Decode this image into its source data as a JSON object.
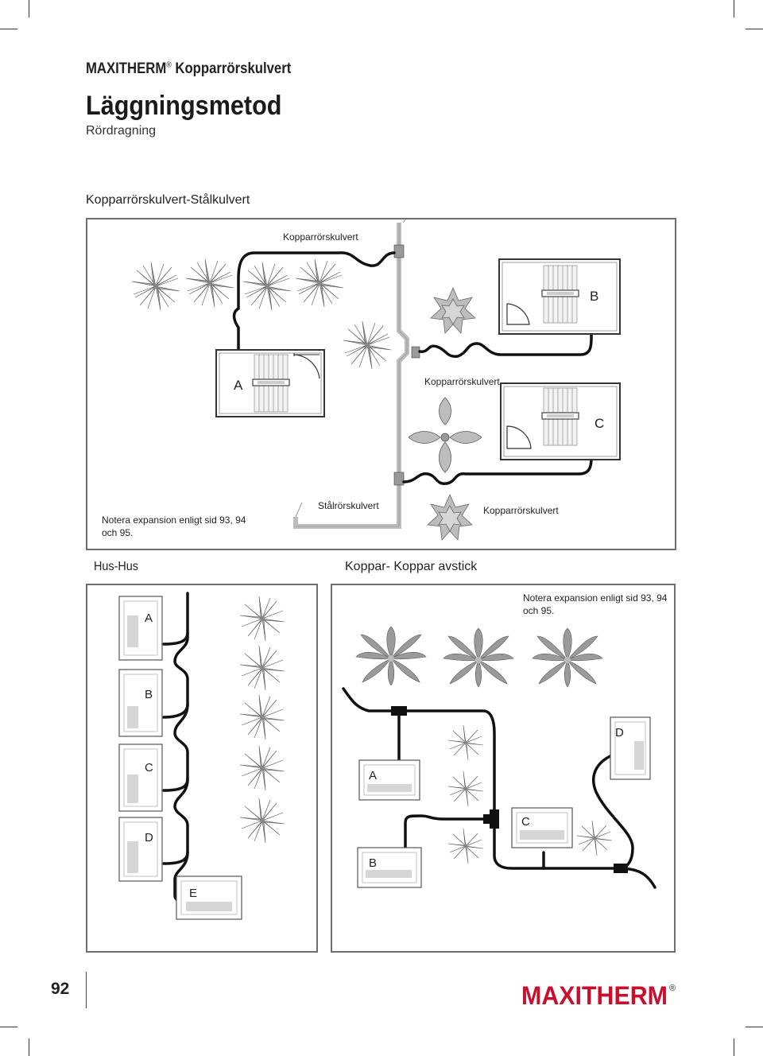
{
  "header": {
    "brand": "MAXITHERM",
    "registered_mark": "®",
    "product": "Kopparrörskulvert"
  },
  "page": {
    "title": "Läggningsmetod",
    "subtitle": "Rördragning",
    "number": "92"
  },
  "sections": {
    "copper_steel": "Kopparrörskulvert-Stålkulvert",
    "house_house": "Hus-Hus",
    "copper_branch": "Koppar- Koppar avstick"
  },
  "diagram1": {
    "label_top": "Kopparrörskulvert",
    "label_middle": "Kopparrörskulvert",
    "label_bottom_right": "Kopparrörskulvert",
    "label_steel": "Stålrörskulvert",
    "note_line1": "Notera expansion enligt sid 93, 94",
    "note_line2": "och 95.",
    "house_a": "A",
    "house_b": "B",
    "house_c": "C"
  },
  "diagram2": {
    "house_a": "A",
    "house_b": "B",
    "house_c": "C",
    "house_d": "D",
    "house_e": "E"
  },
  "diagram3": {
    "note_line1": "Notera expansion enligt sid 93, 94",
    "note_line2": "och 95.",
    "house_a": "A",
    "house_b": "B",
    "house_c": "C",
    "house_d": "D"
  },
  "logo": {
    "text": "MAXITHERM",
    "mark": "®",
    "color": "#c8102e"
  },
  "colors": {
    "pipe": "#111111",
    "steel_pipe": "#b5b5b5",
    "plant": "#9a9a9a",
    "frame": "#6e6e6e"
  }
}
